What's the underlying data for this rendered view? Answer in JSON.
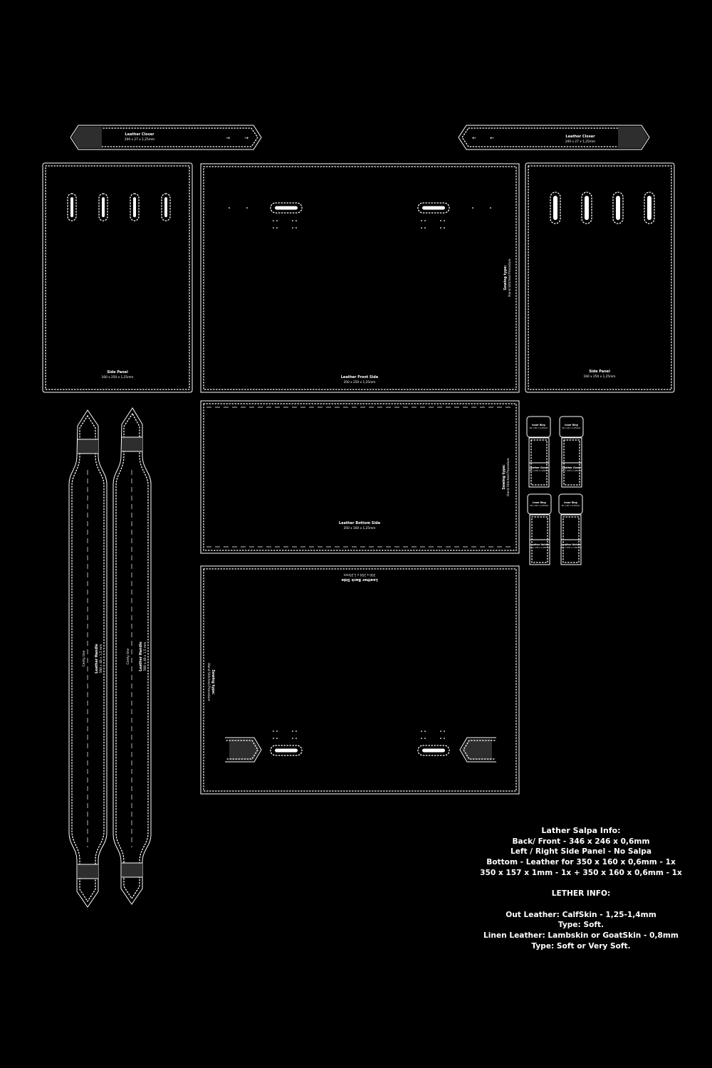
{
  "pieces": {
    "closer_left": {
      "name": "Leather Closer",
      "size": "200 x 27 x 1,25mm"
    },
    "closer_right": {
      "name": "Leather Closer",
      "size": "200 x 27 x 1,25mm"
    },
    "side_left": {
      "name": "Side Panel",
      "size": "160 x 250 x 1,25mm"
    },
    "side_right": {
      "name": "Side Panel",
      "size": "160 x 250 x 1,25mm"
    },
    "front": {
      "name": "Leather Front Side",
      "size": "350 x 250 x 1,25mm",
      "sewing_title": "Sewing type:",
      "sewing_method": "Hand Stitched Procedure"
    },
    "bottom": {
      "name": "Leather Bottom Side",
      "size": "350 x 160 x 1,25mm",
      "sewing_title": "Sewing type:",
      "sewing_method": "Hand Stitched Procedure"
    },
    "back": {
      "name": "Leather Back Side",
      "size": "350 x 250 x 1,25mm",
      "sewing_title": "Sewing type:",
      "sewing_method": "Hand Stitched Procedure"
    },
    "handle_left": {
      "name": "Leather Handle",
      "size": "560 x 40 x 1,5 mm",
      "center": "Centy line"
    },
    "handle_right": {
      "name": "Leather Handle",
      "size": "560 x 40 x 1,5 mm",
      "center": "Centy line"
    },
    "small_tabs": [
      {
        "ring": "Inner Ring",
        "ring_size": "40 x 40 x 1,25mm",
        "tab": "Leather Closer",
        "tab_size": "35 x 135 x 1,25mm"
      },
      {
        "ring": "Inner Ring",
        "ring_size": "40 x 40 x 1,25mm",
        "tab": "Leather Closer",
        "tab_size": "35 x 135 x 1,25mm"
      },
      {
        "ring": "Inner Ring",
        "ring_size": "40 x 40 x 1,25mm",
        "tab": "Leather Holder",
        "tab_size": "35 x 135 x 1,25mm"
      },
      {
        "ring": "Inner Ring",
        "ring_size": "40 x 40 x 1,25mm",
        "tab": "Leather Holder",
        "tab_size": "35 x 135 x 1,25mm"
      }
    ]
  },
  "info": {
    "salpa_title": "Lather Salpa Info:",
    "salpa_lines": [
      "Back/ Front - 346 x 246 x 0,6mm",
      "Left / Right Side Panel - No Salpa",
      "Bottom - Leather for 350 x 160 x 0,6mm - 1x",
      "350 x 157 x 1mm - 1x + 350 x 160 x 0,6mm - 1x"
    ],
    "leather_title": "LETHER INFO:",
    "leather_lines": [
      "Out Leather: CalfSkin - 1,25-1,4mm",
      "Type: Soft.",
      "Linen Leather: Lambskin or GoatSkin - 0,8mm",
      "Type: Soft or Very Soft."
    ]
  },
  "colors": {
    "background": "#000000",
    "line": "#ffffff",
    "accent": "#2e2e2e"
  }
}
